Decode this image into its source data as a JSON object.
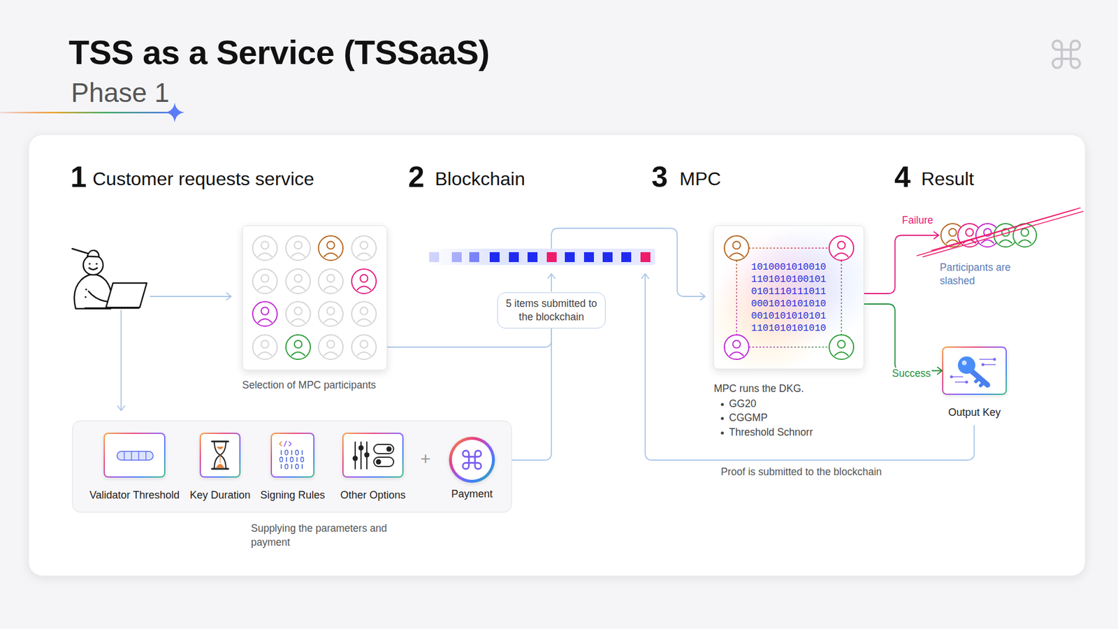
{
  "diagram": {
    "title": "TSS as a Service (TSSaaS)",
    "nodes": [
      {
        "text": [
          "Selection of MPC participants"
        ]
      },
      {
        "text": [
          "Supplying the parameters and payment"
        ]
      },
      {
        "text": [
          "Validator Threshold"
        ],
        "in": 1
      },
      {
        "text": [
          "Key Duration"
        ],
        "in": 1
      },
      {
        "text": [
          "Signing Rules"
        ],
        "in": 1
      },
      {
        "text": [
          "Other Options"
        ],
        "in": 1
      },
      {
        "text": [
          "Payment"
        ],
        "in": 1
      },
      {
        "text": [
          "5 items submitted to the blockchain"
        ]
      },
      {
        "text": [
          "1010001010010 1101010100101 0101110111011 0001010101010 0010101010101 1101010101010",
          "MPC runs the DKG.",
          "GG20",
          "CGGMP",
          "Threshold Schnorr"
        ]
      },
      {
        "text": [
          "Output Key"
        ]
      },
      {
        "text": [
          "Participants are slashed"
        ]
      }
    ],
    "edges": [
      {
        "from": 0,
        "to": 7,
        "arrow": "none"
      },
      {
        "from": 1,
        "to": 7,
        "arrow": "none"
      },
      {
        "from": 8,
        "to": 10,
        "label": "Failure",
        "arrow": "to"
      },
      {
        "from": 8,
        "to": 9,
        "label": "Success",
        "arrow": "to"
      }
    ],
    "labels": [
      "Phase 1",
      "1",
      "Customer requests service",
      "2",
      "Blockchain",
      "3",
      "MPC",
      "4",
      "Result",
      "+",
      "Proof is submitted to the blockchain"
    ]
  }
}
